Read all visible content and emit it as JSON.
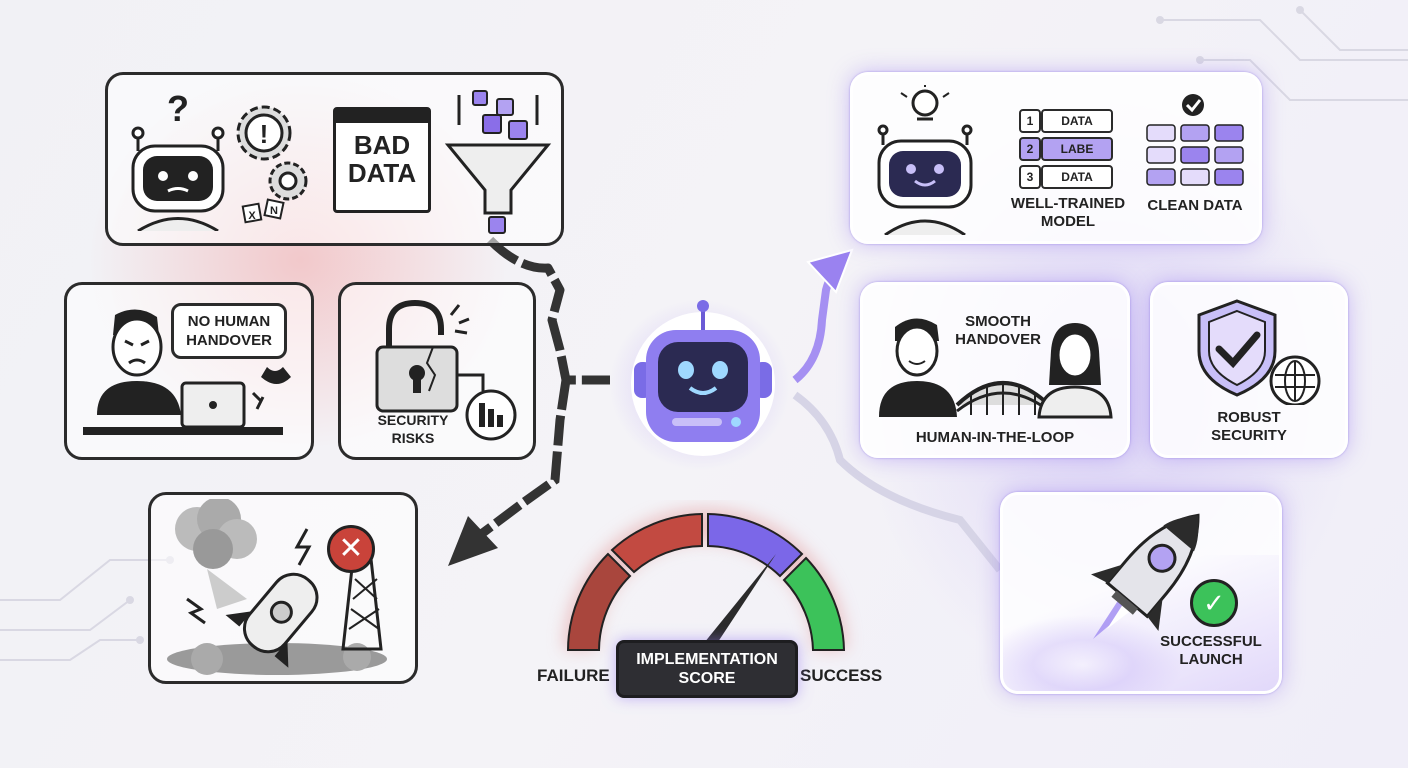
{
  "failure_panels": {
    "bad_data": {
      "text_line1": "BAD",
      "text_line2": "DATA",
      "question": "?"
    },
    "no_handover": {
      "bubble_line1": "NO HUMAN",
      "bubble_line2": "HANDOVER"
    },
    "security": {
      "label_line1": "SECURITY",
      "label_line2": "RISKS"
    }
  },
  "success_panels": {
    "model": {
      "rows": [
        {
          "num": "1",
          "text": "DATA"
        },
        {
          "num": "2",
          "text": "LABE"
        },
        {
          "num": "3",
          "text": "DATA"
        }
      ],
      "model_label_line1": "WELL-TRAINED",
      "model_label_line2": "MODEL",
      "clean_label": "CLEAN DATA"
    },
    "handover": {
      "title_line1": "SMOOTH",
      "title_line2": "HANDOVER",
      "caption": "HUMAN-IN-THE-LOOP"
    },
    "security": {
      "label_line1": "ROBUST",
      "label_line2": "SECURITY"
    },
    "launch": {
      "label_line1": "SUCCESSFUL",
      "label_line2": "LAUNCH"
    }
  },
  "gauge": {
    "left_label": "FAILURE",
    "right_label": "SUCCESS",
    "center_line1": "IMPLEMENTATION",
    "center_line2": "SCORE",
    "needle_value": 0.72
  },
  "colors": {
    "failure_glow": "#f2a7a5",
    "success_glow": "#b7a6f2",
    "accent_purple": "#8a6ee8",
    "success_green": "#3cc25a",
    "failure_red": "#b6443a"
  }
}
